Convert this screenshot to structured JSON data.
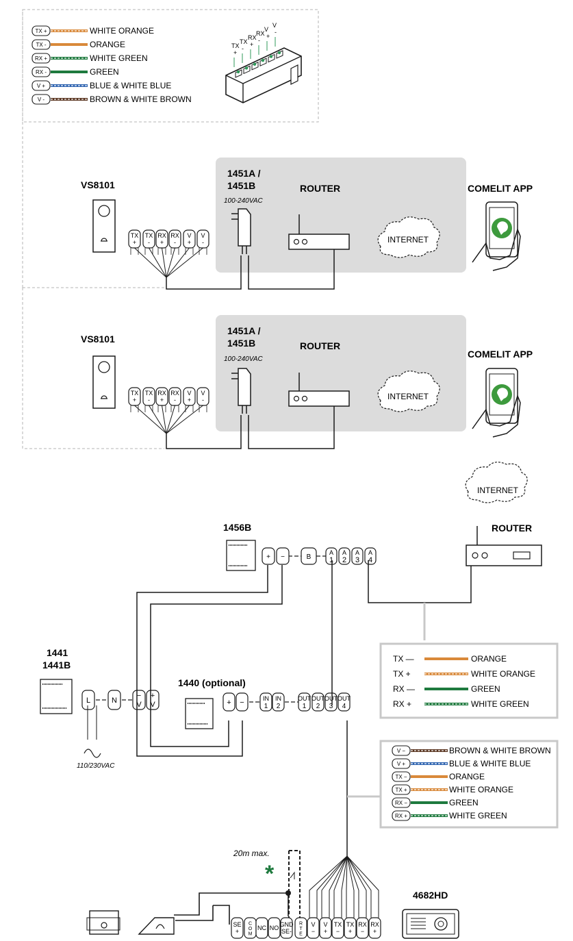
{
  "legend_top": {
    "items": [
      {
        "code": "TX +",
        "label": "WHITE ORANGE",
        "color": "#d9893a",
        "stripe": "#ffffff"
      },
      {
        "code": "TX -",
        "label": "ORANGE",
        "color": "#d9893a",
        "stripe": ""
      },
      {
        "code": "RX +",
        "label": "WHITE GREEN",
        "color": "#1e7a3e",
        "stripe": "#ffffff"
      },
      {
        "code": "RX -",
        "label": "GREEN",
        "color": "#1e7a3e",
        "stripe": ""
      },
      {
        "code": "V +",
        "label": "BLUE & WHITE BLUE",
        "color": "#2f64b0",
        "stripe": "#ffffff"
      },
      {
        "code": "V -",
        "label": "BROWN & WHITE BROWN",
        "color": "#5a3520",
        "stripe": "#ffffff"
      }
    ],
    "connector_labels": [
      {
        "top": "TX",
        "bottom": "+"
      },
      {
        "top": "TX",
        "bottom": "-"
      },
      {
        "top": "RX",
        "bottom": "+"
      },
      {
        "top": "RX",
        "bottom": "-"
      },
      {
        "top": "V",
        "bottom": "+"
      },
      {
        "top": "V",
        "bottom": "-"
      }
    ]
  },
  "section1": {
    "device": "VS8101",
    "terminals": [
      {
        "top": "TX",
        "bottom": "+"
      },
      {
        "top": "TX",
        "bottom": "-"
      },
      {
        "top": "RX",
        "bottom": "+"
      },
      {
        "top": "RX",
        "bottom": "-"
      },
      {
        "top": "V",
        "bottom": "+"
      },
      {
        "top": "V",
        "bottom": "-"
      }
    ],
    "psu_line1": "1451A /",
    "psu_line2": "1451B",
    "psu_voltage": "100-240VAC",
    "router": "ROUTER",
    "internet": "INTERNET",
    "app": "COMELIT APP"
  },
  "section2": {
    "device": "VS8101",
    "psu_line1": "1451A /",
    "psu_line2": "1451B",
    "psu_voltage": "100-240VAC",
    "router": "ROUTER",
    "internet": "INTERNET",
    "app": "COMELIT APP"
  },
  "section3": {
    "internet": "INTERNET",
    "router": "ROUTER",
    "switch_label": "1456B",
    "switch_terminals": [
      "+",
      "−",
      "B",
      "A 1",
      "A 2",
      "A 3",
      "A 4"
    ],
    "psu_line1": "1441",
    "psu_line2": "1441B",
    "psu_terminals": [
      "L",
      "N",
      "− V",
      "+ V"
    ],
    "psu_voltage": "110/230VAC",
    "opt_label": "1440 (optional)",
    "opt_terminals": [
      "+",
      "−",
      "IN 1",
      "IN 2",
      "OUT 1",
      "OUT 2",
      "OUT 3",
      "OUT 4"
    ],
    "pair_legend": [
      {
        "code": "TX —",
        "label": "ORANGE",
        "color": "#d9893a",
        "stripe": ""
      },
      {
        "code": "TX +",
        "label": "WHITE ORANGE",
        "color": "#d9893a",
        "stripe": "#ffffff"
      },
      {
        "code": "RX —",
        "label": "GREEN",
        "color": "#1e7a3e",
        "stripe": ""
      },
      {
        "code": "RX +",
        "label": "WHITE GREEN",
        "color": "#1e7a3e",
        "stripe": "#ffffff"
      }
    ],
    "wire_legend": [
      {
        "code": "V −",
        "label": "BROWN & WHITE BROWN",
        "color": "#5a3520",
        "stripe": "#ffffff"
      },
      {
        "code": "V +",
        "label": "BLUE & WHITE BLUE",
        "color": "#2f64b0",
        "stripe": "#ffffff"
      },
      {
        "code": "TX −",
        "label": "ORANGE",
        "color": "#d9893a",
        "stripe": ""
      },
      {
        "code": "TX +",
        "label": "WHITE ORANGE",
        "color": "#d9893a",
        "stripe": "#ffffff"
      },
      {
        "code": "RX −",
        "label": "GREEN",
        "color": "#1e7a3e",
        "stripe": ""
      },
      {
        "code": "RX +",
        "label": "WHITE GREEN",
        "color": "#1e7a3e",
        "stripe": "#ffffff"
      }
    ],
    "max_dist": "20m max.",
    "asterisk": "*",
    "panel_label": "4682HD",
    "bottom_terminals": [
      "SE +",
      "C O M",
      "NC",
      "NO",
      "GND SE-",
      "R T E",
      "V −",
      "V +",
      "TX −",
      "TX +",
      "RX −",
      "RX +"
    ]
  },
  "colors": {
    "gray_box": "#dcdcdc",
    "asterisk": "#1e7a3e",
    "app_green": "#3d9a3d"
  }
}
